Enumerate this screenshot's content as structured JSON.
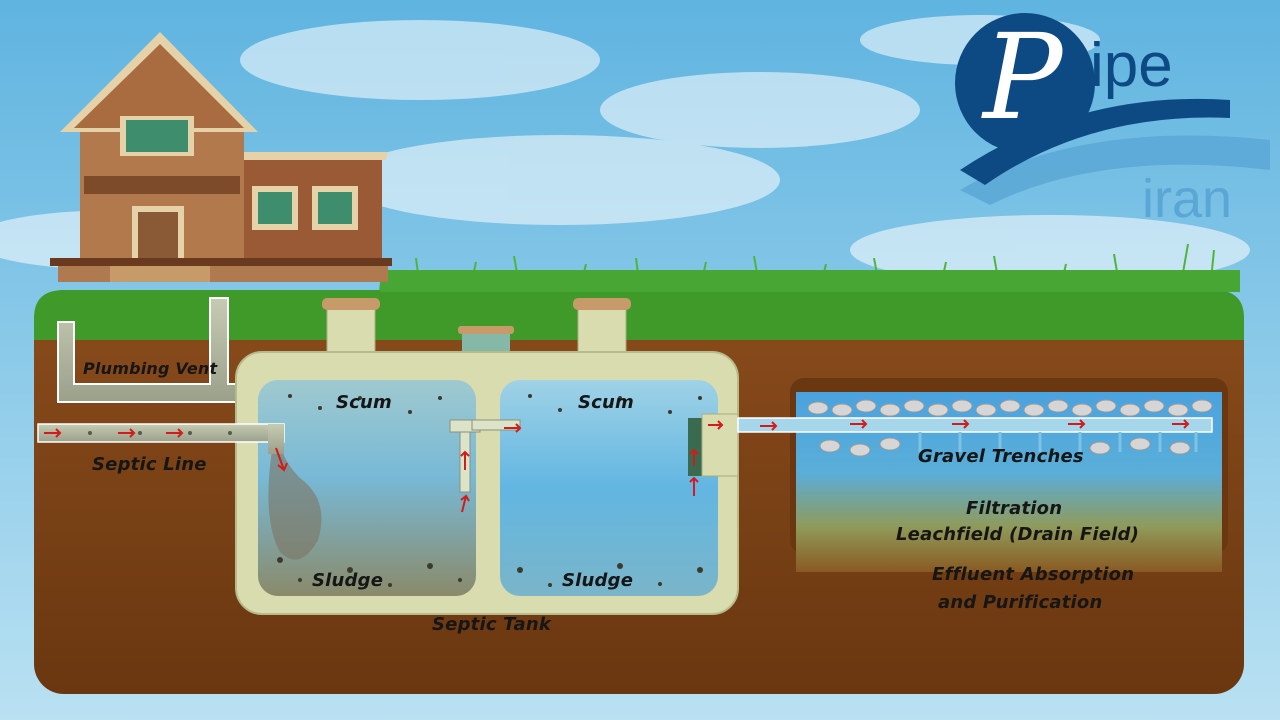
{
  "logo": {
    "letter": "P",
    "word_top": "ipe",
    "word_bottom": "iran",
    "colors": {
      "primary": "#0d4a84",
      "wave_light": "#5aa7d6"
    }
  },
  "labels": {
    "plumbing_vent": "Plumbing Vent",
    "septic_line": "Septic Line",
    "scum_left": "Scum",
    "scum_right": "Scum",
    "sludge_left": "Sludge",
    "sludge_right": "Sludge",
    "septic_tank": "Septic Tank",
    "gravel_trenches": "Gravel Trenches",
    "filtration": "Filtration",
    "leachfield": "Leachfield (Drain Field)",
    "effluent_line1": "Effluent Absorption",
    "effluent_line2": "and Purification"
  },
  "colors": {
    "sky": "#7cc3e6",
    "grass": "#3f9a2a",
    "soil": "#7a4214",
    "tank_shell": "#d8dcae",
    "water": "#7ec4e2",
    "flow_arrow": "#d41a1a"
  }
}
